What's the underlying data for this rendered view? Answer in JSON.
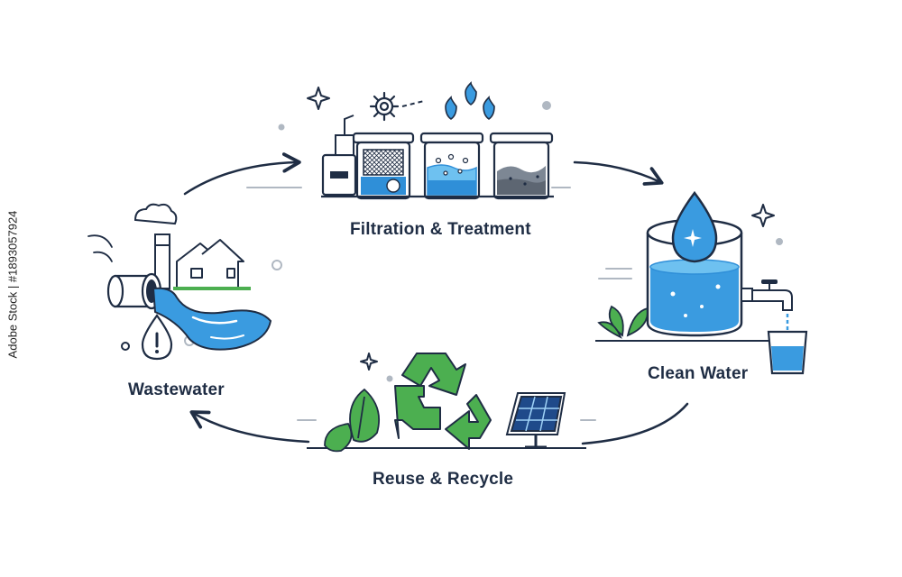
{
  "diagram": {
    "stages": [
      {
        "id": "filtration",
        "label": "Filtration & Treatment"
      },
      {
        "id": "clean-water",
        "label": "Clean Water"
      },
      {
        "id": "reuse",
        "label": "Reuse & Recycle"
      },
      {
        "id": "wastewater",
        "label": "Wastewater"
      }
    ],
    "side_id": "Adobe Stock | #1893057924"
  },
  "colors": {
    "outline": "#1f2d44",
    "water": "#2f8fd8",
    "water_light": "#6ec1f0",
    "green": "#4caf50",
    "dot": "#b0b8c2"
  }
}
